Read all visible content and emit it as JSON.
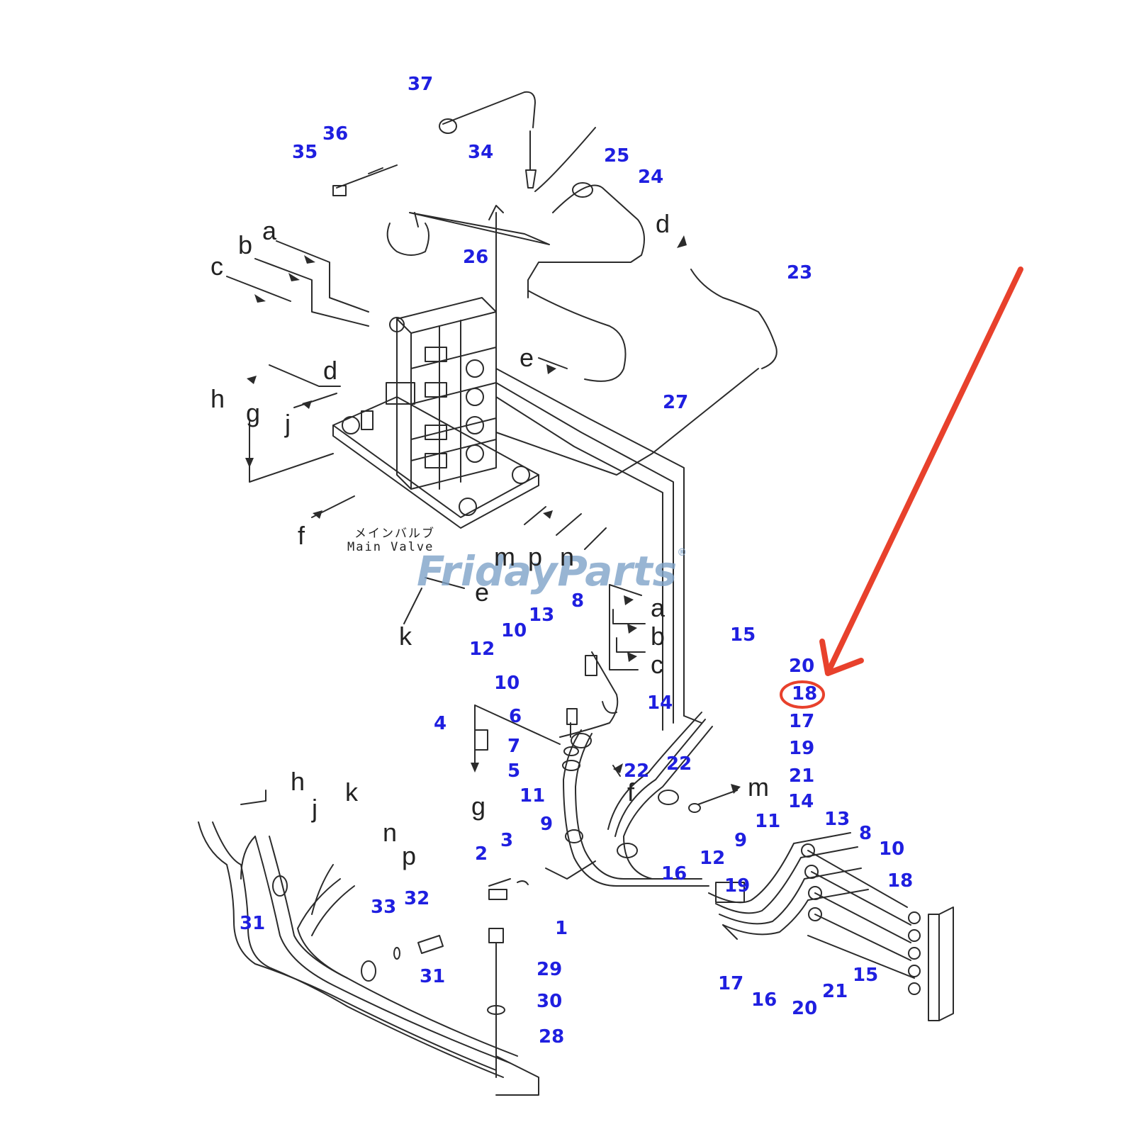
{
  "watermark": {
    "text": "FridayParts",
    "reg": "®"
  },
  "captions": {
    "jp": "メインバルブ",
    "en": "Main Valve"
  },
  "highlight": {
    "part": "18",
    "color": "#e8412c"
  },
  "part_numbers": [
    "37",
    "36",
    "35",
    "34",
    "25",
    "24",
    "26",
    "23",
    "27",
    "8",
    "13",
    "10",
    "12",
    "10",
    "14",
    "15",
    "20",
    "18",
    "17",
    "19",
    "21",
    "6",
    "4",
    "7",
    "5",
    "22",
    "22",
    "11",
    "9",
    "14",
    "13",
    "11",
    "8",
    "10",
    "9",
    "12",
    "18",
    "19",
    "16",
    "17",
    "16",
    "20",
    "21",
    "15",
    "3",
    "2",
    "1",
    "33",
    "32",
    "31",
    "31",
    "29",
    "30",
    "28"
  ],
  "letters": [
    "a",
    "b",
    "c",
    "d",
    "h",
    "g",
    "j",
    "d",
    "e",
    "f",
    "m",
    "p",
    "n",
    "e",
    "k",
    "a",
    "b",
    "c",
    "g",
    "f",
    "m",
    "h",
    "j",
    "k",
    "n",
    "p"
  ]
}
